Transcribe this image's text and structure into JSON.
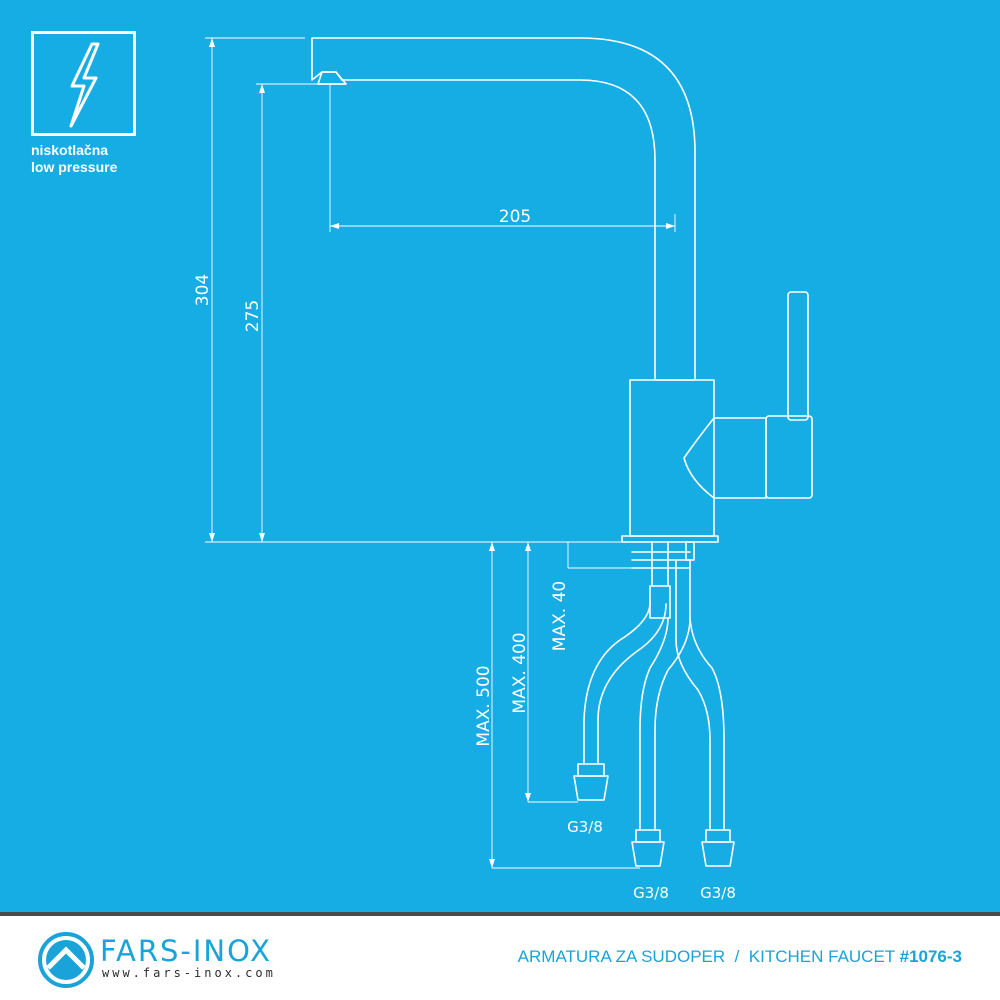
{
  "badge": {
    "icon": "lightning-bolt-icon",
    "label_hr": "niskotlačna",
    "label_en": "low pressure"
  },
  "dimensions": {
    "total_height": "304",
    "spout_height": "275",
    "spout_reach": "205",
    "max_500": "MAX. 500",
    "max_400": "MAX. 400",
    "max_40": "MAX. 40"
  },
  "connections": {
    "left": "G3/8",
    "middle": "G3/8",
    "right": "G3/8"
  },
  "footer": {
    "brand": "FARS-INOX",
    "url": "www.fars-inox.com",
    "title_prefix": "ARMATURA ZA SUDOPER  /  KITCHEN FAUCET ",
    "product_code": "#1076-3"
  },
  "colors": {
    "background": "#16ade4",
    "line": "#ffffff",
    "brand": "#1aa3d8",
    "footer_separator": "#4a4a4a"
  }
}
